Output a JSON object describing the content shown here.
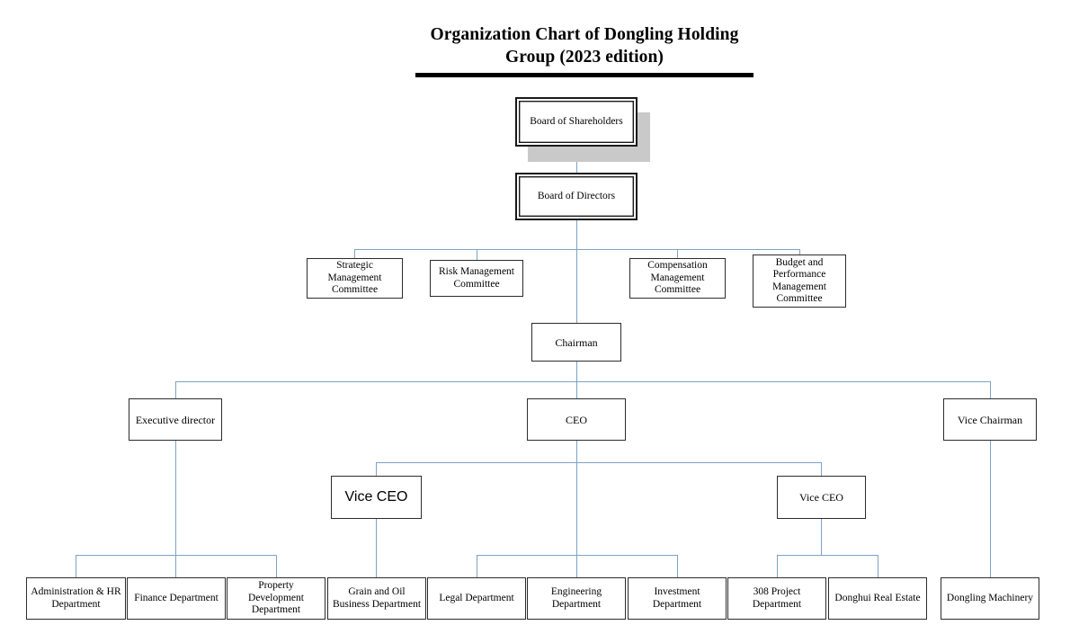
{
  "document": {
    "title_line1": "Organization Chart of Dongling Holding",
    "title_line2": "Group (2023 edition)",
    "accent_line_color": "#7fa2c4",
    "box_border_color": "#2c2c2c",
    "shadow_color": "#c9c9c9",
    "title_rule_color": "#000000"
  },
  "chart_data": {
    "type": "diagram",
    "subtype": "org-chart",
    "title": "Organization Chart of Dongling Holding Group (2023 edition)",
    "nodes": [
      {
        "id": "board-of-shareholders",
        "label": "Board of Shareholders",
        "level": 0,
        "style": "double-border-with-shadow"
      },
      {
        "id": "board-of-directors",
        "label": "Board of Directors",
        "level": 1,
        "style": "double-border"
      },
      {
        "id": "strategic-management-committee",
        "label": "Strategic Management Committee",
        "level": 2,
        "style": "plain"
      },
      {
        "id": "risk-management-committee",
        "label": "Risk Management Committee",
        "level": 2,
        "style": "plain"
      },
      {
        "id": "compensation-management-committee",
        "label": "Compensation Management Committee",
        "level": 2,
        "style": "plain"
      },
      {
        "id": "budget-and-performance-management-committee",
        "label": "Budget and Performance Management Committee",
        "level": 2,
        "style": "plain"
      },
      {
        "id": "chairman",
        "label": "Chairman",
        "level": 3,
        "style": "plain"
      },
      {
        "id": "executive-director",
        "label": "Executive director",
        "level": 4,
        "style": "plain"
      },
      {
        "id": "ceo",
        "label": "CEO",
        "level": 4,
        "style": "plain"
      },
      {
        "id": "vice-chairman",
        "label": "Vice Chairman",
        "level": 4,
        "style": "plain"
      },
      {
        "id": "vice-ceo-left",
        "label": "Vice CEO",
        "level": 5,
        "style": "sans-serif"
      },
      {
        "id": "vice-ceo-right",
        "label": "Vice CEO",
        "level": 5,
        "style": "plain"
      },
      {
        "id": "administration-hr-department",
        "label": "Administration & HR Department",
        "level": 6,
        "style": "plain"
      },
      {
        "id": "finance-department",
        "label": "Finance Department",
        "level": 6,
        "style": "plain"
      },
      {
        "id": "property-development-department",
        "label": "Property Development Department",
        "level": 6,
        "style": "plain"
      },
      {
        "id": "grain-and-oil-business-department",
        "label": "Grain and Oil Business Department",
        "level": 6,
        "style": "plain"
      },
      {
        "id": "legal-department",
        "label": "Legal Department",
        "level": 6,
        "style": "plain"
      },
      {
        "id": "engineering-department",
        "label": "Engineering Department",
        "level": 6,
        "style": "plain"
      },
      {
        "id": "investment-department",
        "label": "Investment Department",
        "level": 6,
        "style": "plain"
      },
      {
        "id": "308-project-department",
        "label": "308 Project Department",
        "level": 6,
        "style": "plain"
      },
      {
        "id": "donghui-real-estate",
        "label": "Donghui Real Estate",
        "level": 6,
        "style": "plain"
      },
      {
        "id": "dongling-machinery",
        "label": "Dongling Machinery",
        "level": 6,
        "style": "plain"
      }
    ],
    "edges": [
      {
        "from": "board-of-shareholders",
        "to": "board-of-directors"
      },
      {
        "from": "board-of-directors",
        "to": "strategic-management-committee"
      },
      {
        "from": "board-of-directors",
        "to": "risk-management-committee"
      },
      {
        "from": "board-of-directors",
        "to": "compensation-management-committee"
      },
      {
        "from": "board-of-directors",
        "to": "budget-and-performance-management-committee"
      },
      {
        "from": "board-of-directors",
        "to": "chairman"
      },
      {
        "from": "chairman",
        "to": "executive-director"
      },
      {
        "from": "chairman",
        "to": "ceo"
      },
      {
        "from": "chairman",
        "to": "vice-chairman"
      },
      {
        "from": "ceo",
        "to": "vice-ceo-left"
      },
      {
        "from": "ceo",
        "to": "vice-ceo-right"
      },
      {
        "from": "executive-director",
        "to": "administration-hr-department"
      },
      {
        "from": "executive-director",
        "to": "finance-department"
      },
      {
        "from": "executive-director",
        "to": "property-development-department"
      },
      {
        "from": "vice-ceo-left",
        "to": "grain-and-oil-business-department"
      },
      {
        "from": "ceo",
        "to": "legal-department"
      },
      {
        "from": "ceo",
        "to": "engineering-department"
      },
      {
        "from": "ceo",
        "to": "investment-department"
      },
      {
        "from": "vice-ceo-right",
        "to": "308-project-department"
      },
      {
        "from": "vice-ceo-right",
        "to": "donghui-real-estate"
      },
      {
        "from": "vice-chairman",
        "to": "dongling-machinery"
      }
    ]
  },
  "boxes": {
    "board_of_shareholders": "Board of Shareholders",
    "board_of_directors": "Board of Directors",
    "strategic_management_committee": "Strategic Management Committee",
    "risk_management_committee": "Risk Management Committee",
    "compensation_management_committee": "Compensation Management Committee",
    "budget_performance_committee": "Budget and Performance Management Committee",
    "chairman": "Chairman",
    "executive_director": "Executive director",
    "ceo": "CEO",
    "vice_chairman": "Vice Chairman",
    "vice_ceo_left": "Vice CEO",
    "vice_ceo_right": "Vice CEO",
    "administration_hr_department": "Administration & HR Department",
    "finance_department": "Finance Department",
    "property_development_department": "Property Development Department",
    "grain_and_oil_business_department": "Grain and Oil Business Department",
    "legal_department": "Legal Department",
    "engineering_department": "Engineering Department",
    "investment_department": "Investment Department",
    "project_308_department": "308 Project Department",
    "donghui_real_estate": "Donghui Real Estate",
    "dongling_machinery": "Dongling Machinery"
  }
}
